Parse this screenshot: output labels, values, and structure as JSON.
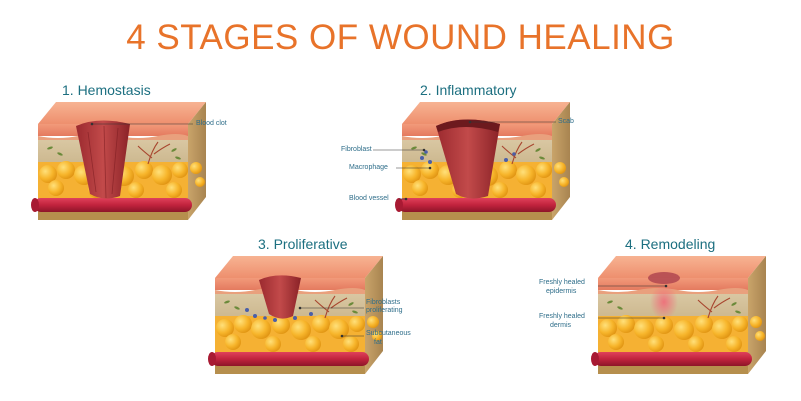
{
  "title": "4 STAGES OF WOUND HEALING",
  "stages": [
    {
      "title": "1. Hemostasis",
      "labels": [
        "Blood clot"
      ]
    },
    {
      "title": "2. Inflammatory",
      "labels": [
        "Scab",
        "Fibroblast",
        "Macrophage",
        "Blood vessel"
      ]
    },
    {
      "title": "3. Proliferative",
      "labels": [
        "Fibroblasts",
        "proliferating",
        "Subcutaneous",
        "fat"
      ]
    },
    {
      "title": "4. Remodeling",
      "labels": [
        "Freshly healed",
        "epidermis",
        "Freshly healed",
        "dermis"
      ]
    }
  ],
  "colors": {
    "title": "#e8732a",
    "stage_title": "#1c6f80",
    "label": "#2f6e8a"
  }
}
